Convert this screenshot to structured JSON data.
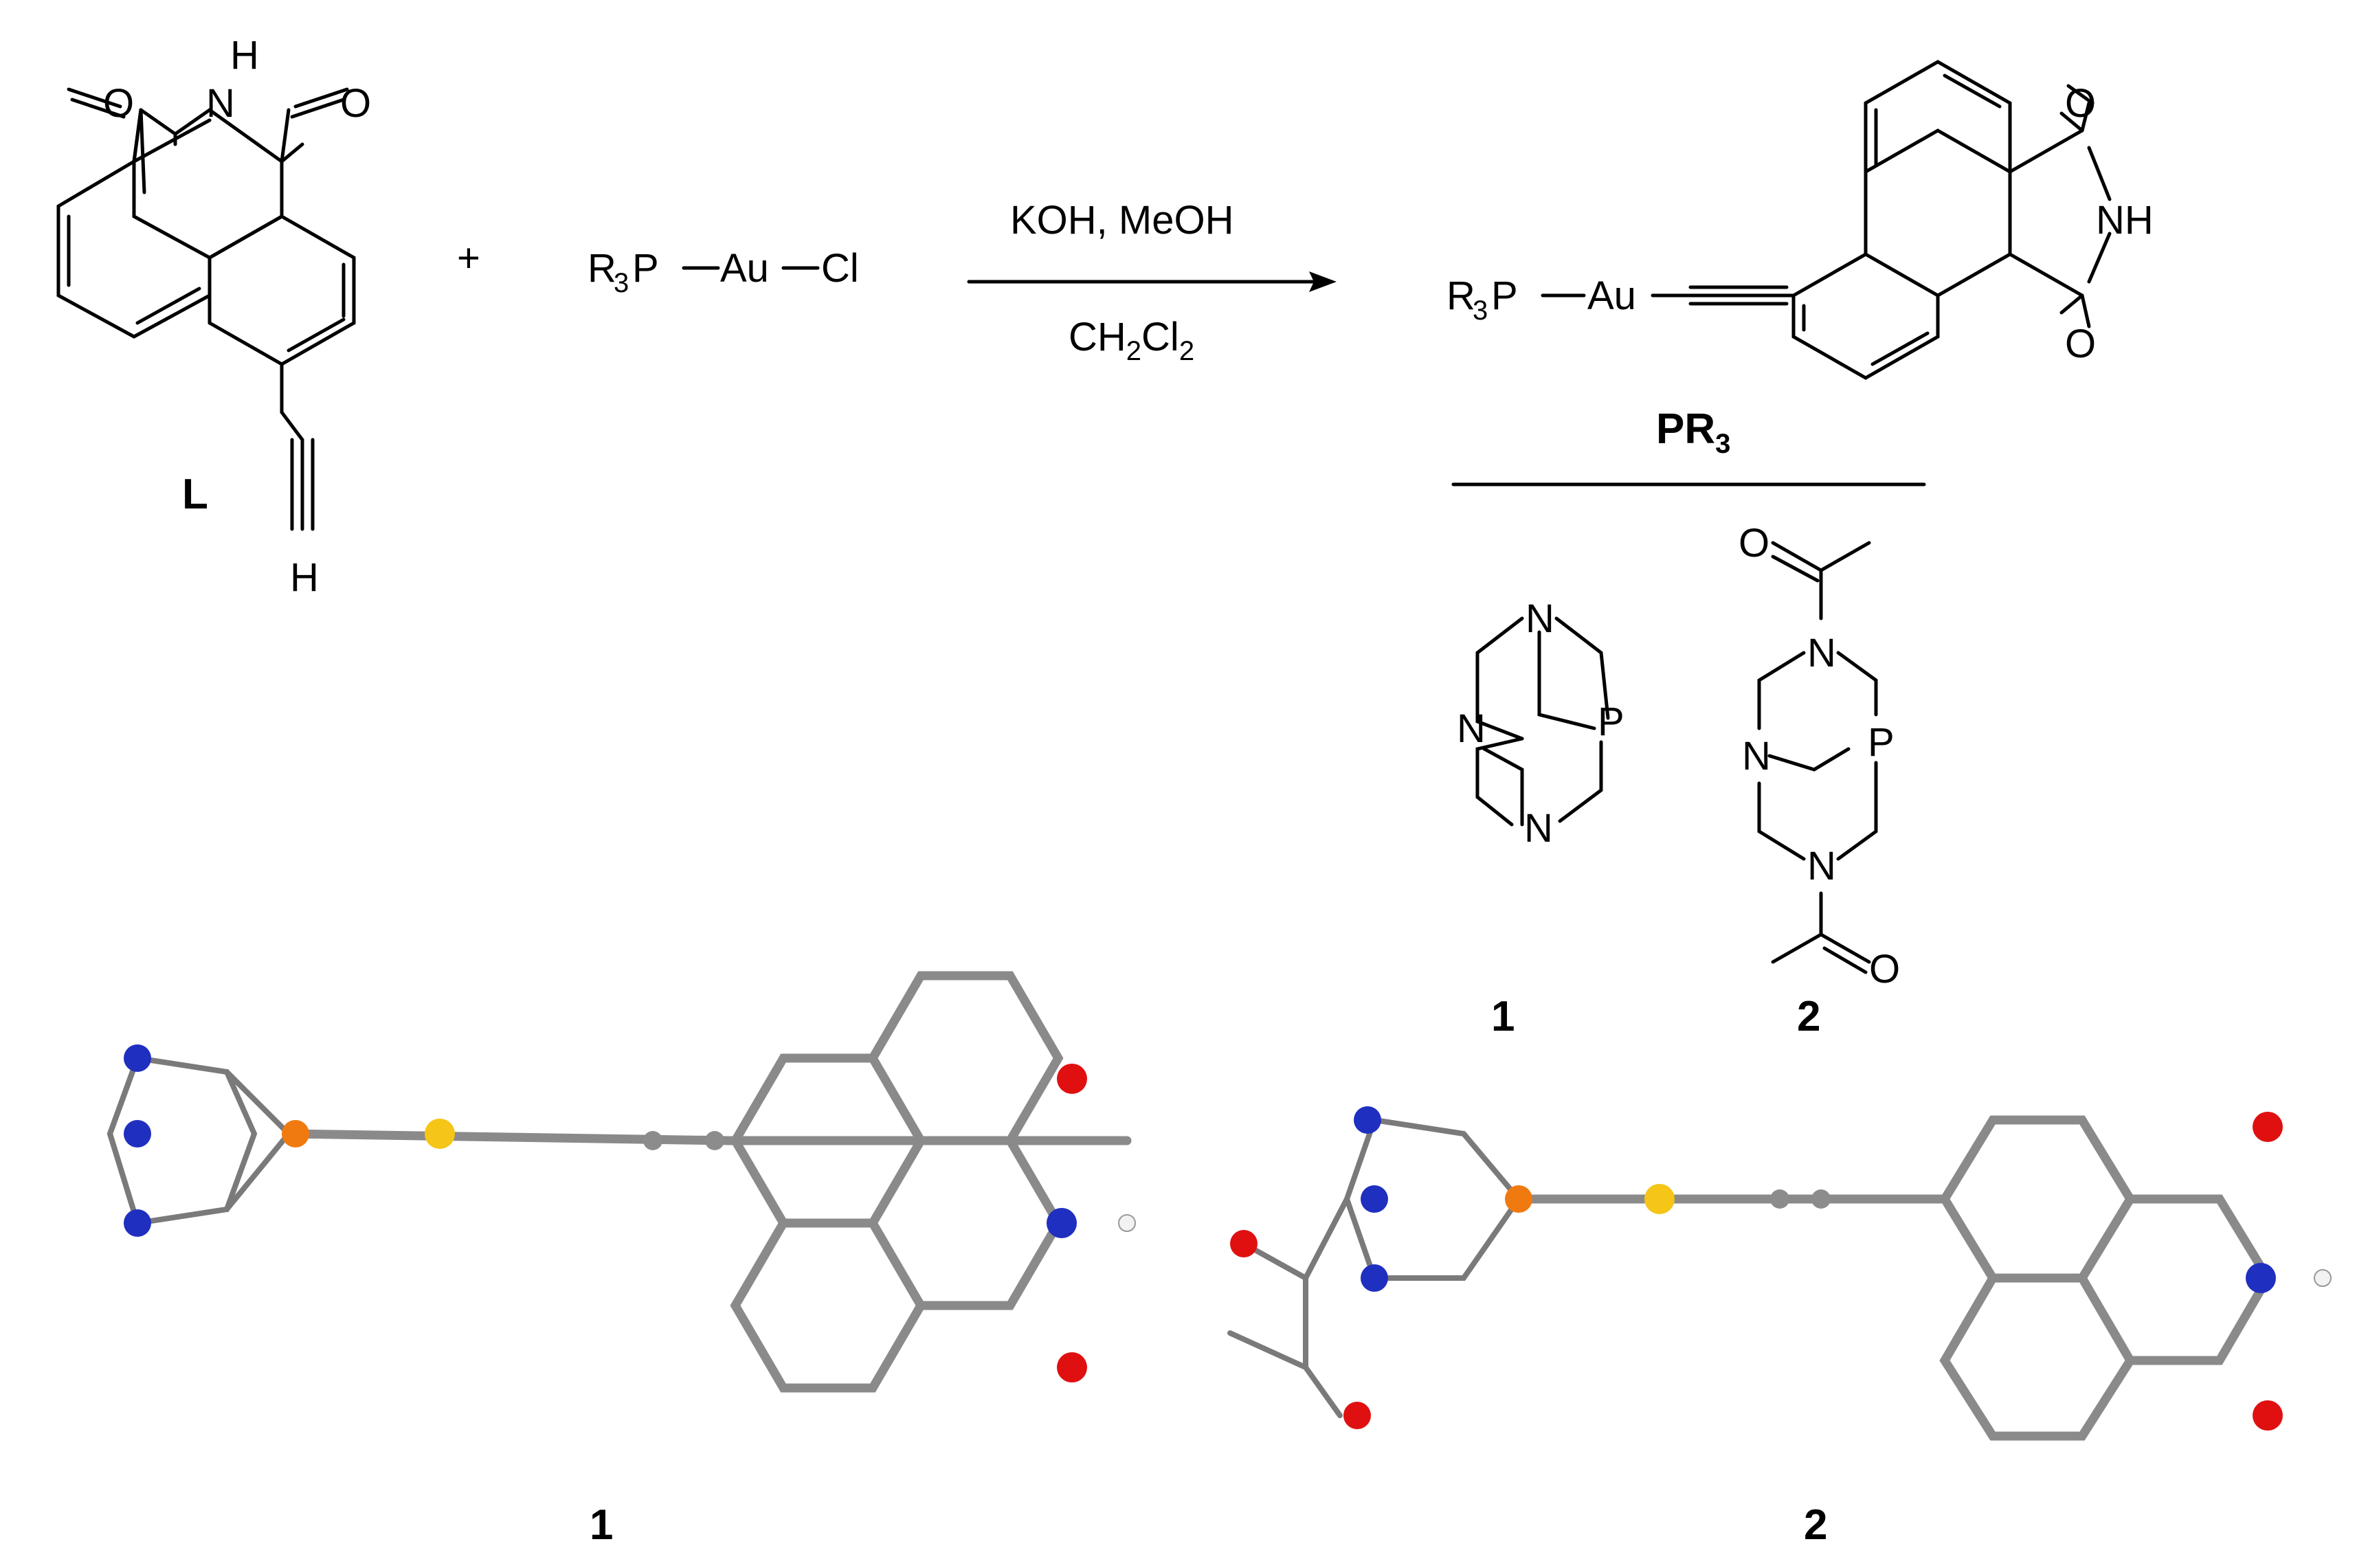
{
  "reaction": {
    "reactant_label": "L",
    "plus": "+",
    "reagent_gold": "R3P—Au—Cl",
    "conditions_top": "KOH, MeOH",
    "conditions_bottom": "CH2Cl2",
    "product_ligand_label": "PR3",
    "atoms": {
      "H": "H",
      "N": "N",
      "O": "O",
      "NH": "NH",
      "P": "P",
      "Au": "Au",
      "Cl": "Cl",
      "R": "R",
      "three": "3"
    }
  },
  "ligands": [
    {
      "label": "1"
    },
    {
      "label": "2"
    }
  ],
  "structures_3d": [
    {
      "label": "1"
    },
    {
      "label": "2"
    }
  ],
  "colors": {
    "carbon": "#8c8c8c",
    "hydrogen": "#f2f2f2",
    "nitrogen": "#1f2fbf",
    "oxygen": "#e01010",
    "phosphorus": "#f07a10",
    "gold": "#f5c518",
    "bond": "#8a8a8a"
  }
}
